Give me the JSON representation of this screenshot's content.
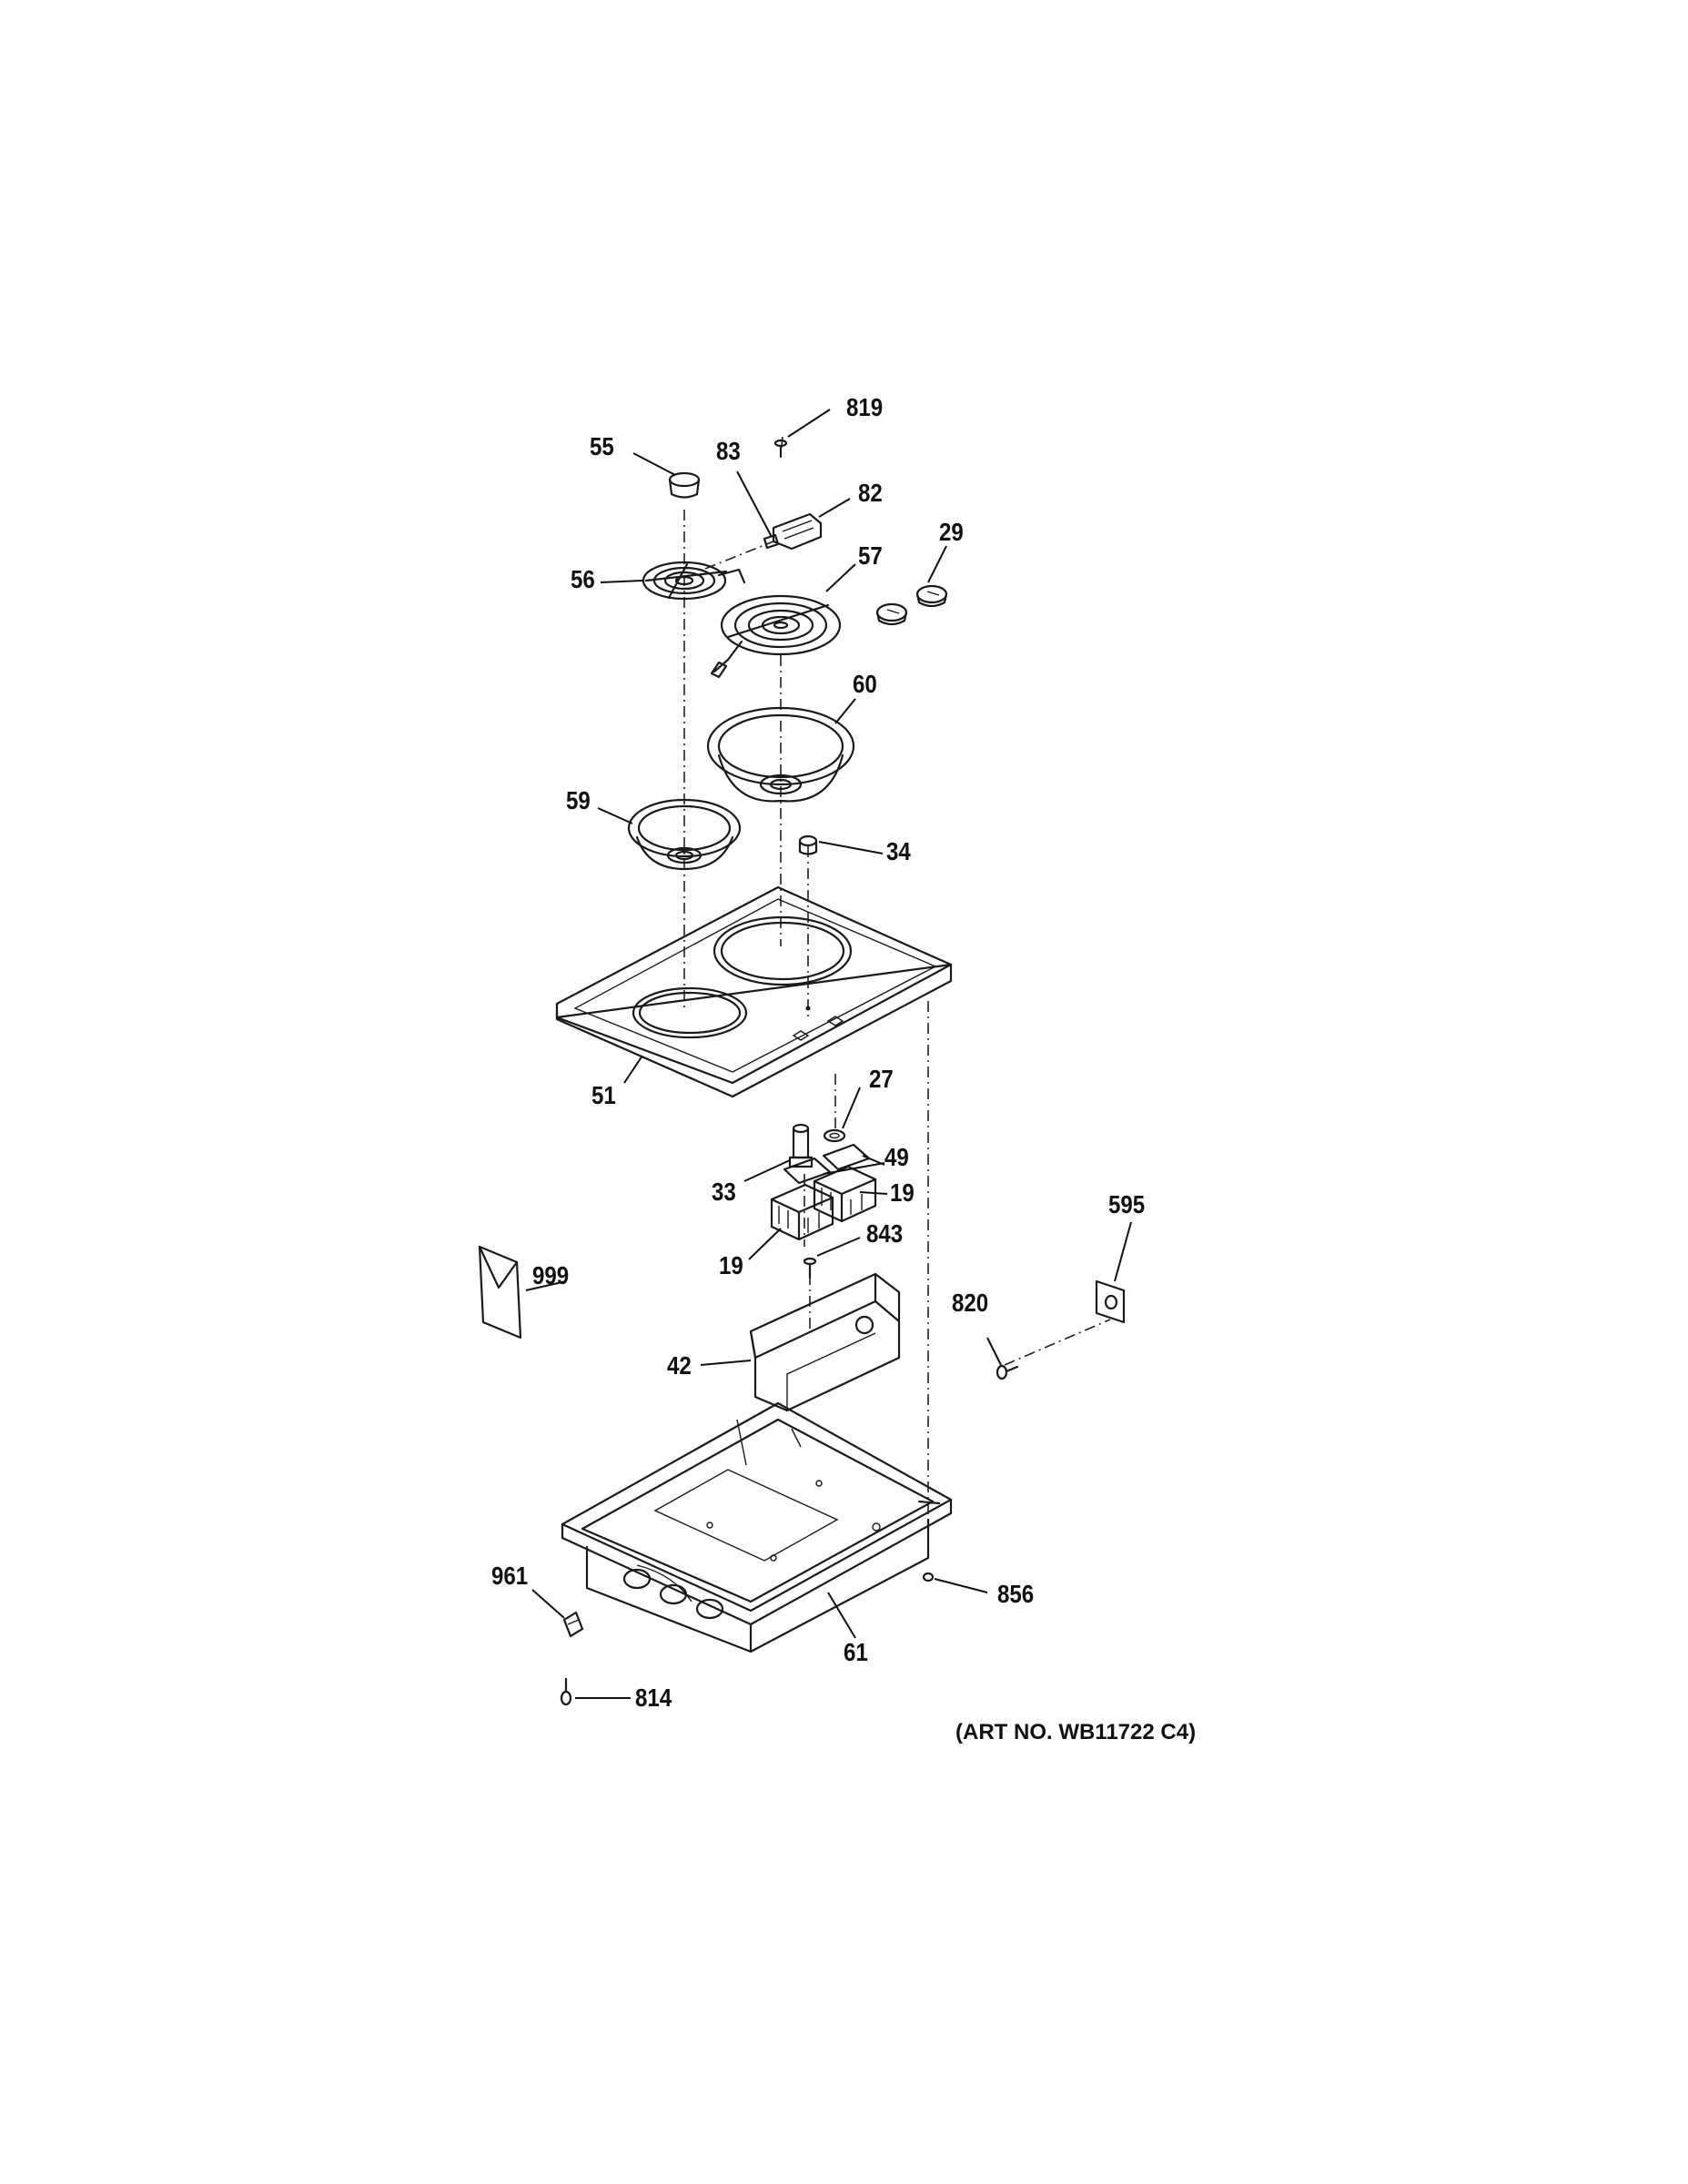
{
  "callouts": {
    "c819": "819",
    "c55": "55",
    "c83": "83",
    "c82": "82",
    "c29": "29",
    "c56": "56",
    "c57": "57",
    "c60": "60",
    "c59": "59",
    "c34": "34",
    "c27": "27",
    "c51": "51",
    "c49": "49",
    "c33": "33",
    "c19a": "19",
    "c19b": "19",
    "c843": "843",
    "c595": "595",
    "c999": "999",
    "c820": "820",
    "c42": "42",
    "c961": "961",
    "c856": "856",
    "c61": "61",
    "c814": "814"
  },
  "art_number": "(ART NO. WB11722 C4)",
  "colors": {
    "line": "#1a1a1a",
    "background": "#ffffff"
  }
}
